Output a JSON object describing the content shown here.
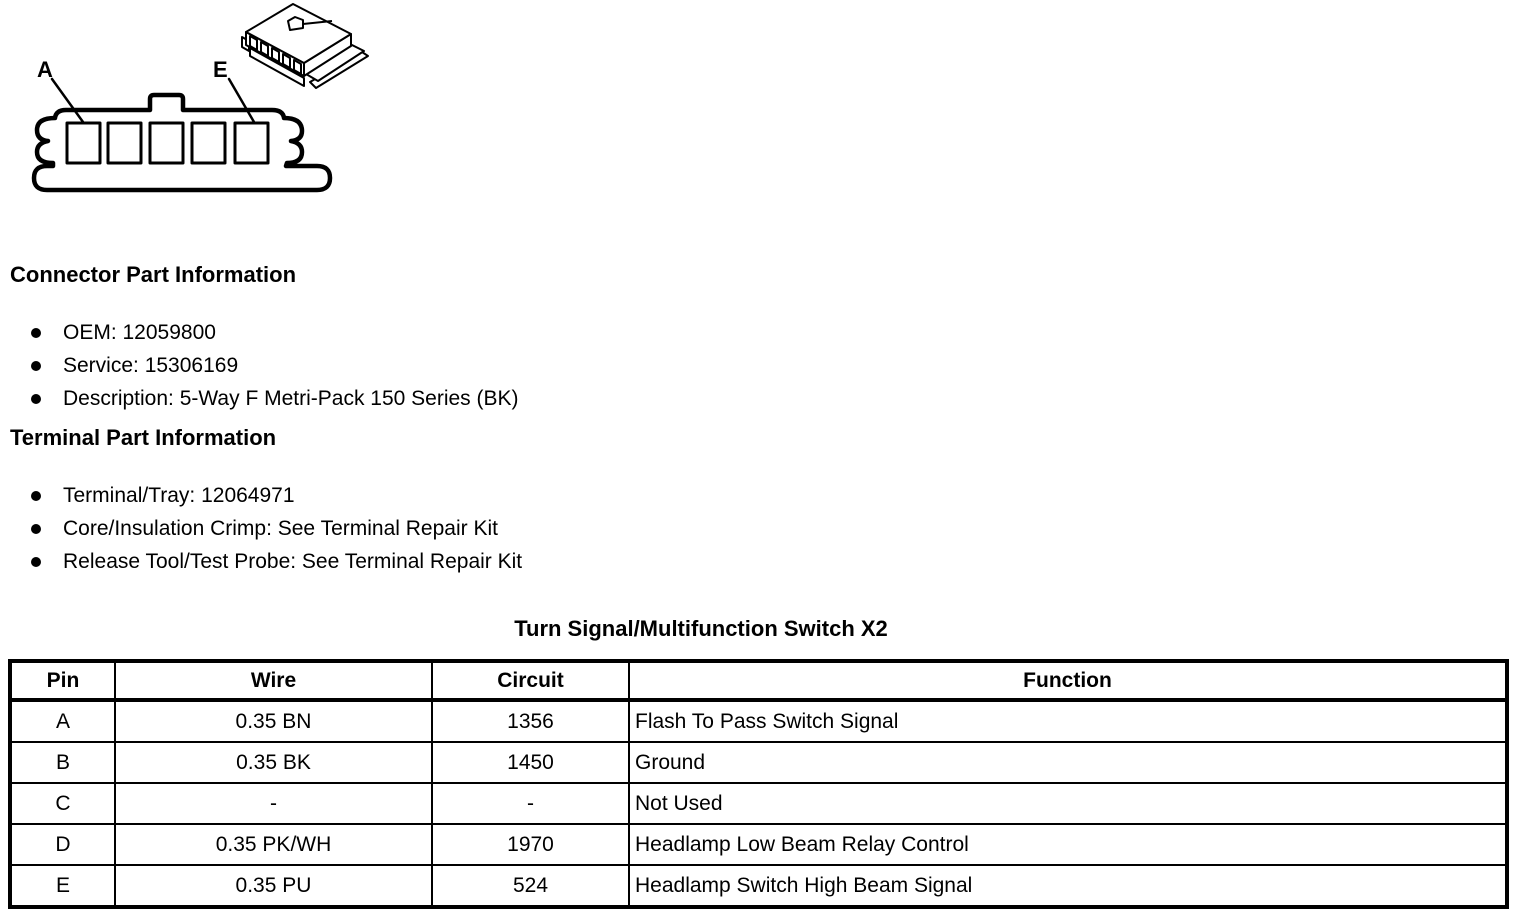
{
  "diagram": {
    "labels": {
      "pin_a": "A",
      "pin_e": "E"
    }
  },
  "connector_section": {
    "heading": "Connector Part Information",
    "items": [
      "OEM: 12059800",
      "Service: 15306169",
      "Description: 5-Way F Metri-Pack 150 Series (BK)"
    ]
  },
  "terminal_section": {
    "heading": "Terminal Part Information",
    "items": [
      "Terminal/Tray: 12064971",
      "Core/Insulation Crimp: See Terminal Repair Kit",
      "Release Tool/Test Probe: See Terminal Repair Kit"
    ]
  },
  "table": {
    "title": "Turn Signal/Multifunction Switch X2",
    "columns": [
      "Pin",
      "Wire",
      "Circuit",
      "Function"
    ],
    "rows": [
      [
        "A",
        "0.35 BN",
        "1356",
        "Flash To Pass Switch Signal"
      ],
      [
        "B",
        "0.35 BK",
        "1450",
        "Ground"
      ],
      [
        "C",
        "-",
        "-",
        "Not Used"
      ],
      [
        "D",
        "0.35 PK/WH",
        "1970",
        "Headlamp Low Beam Relay Control"
      ],
      [
        "E",
        "0.35 PU",
        "524",
        "Headlamp Switch High Beam Signal"
      ]
    ]
  },
  "colors": {
    "ink": "#000000",
    "background": "#ffffff"
  }
}
